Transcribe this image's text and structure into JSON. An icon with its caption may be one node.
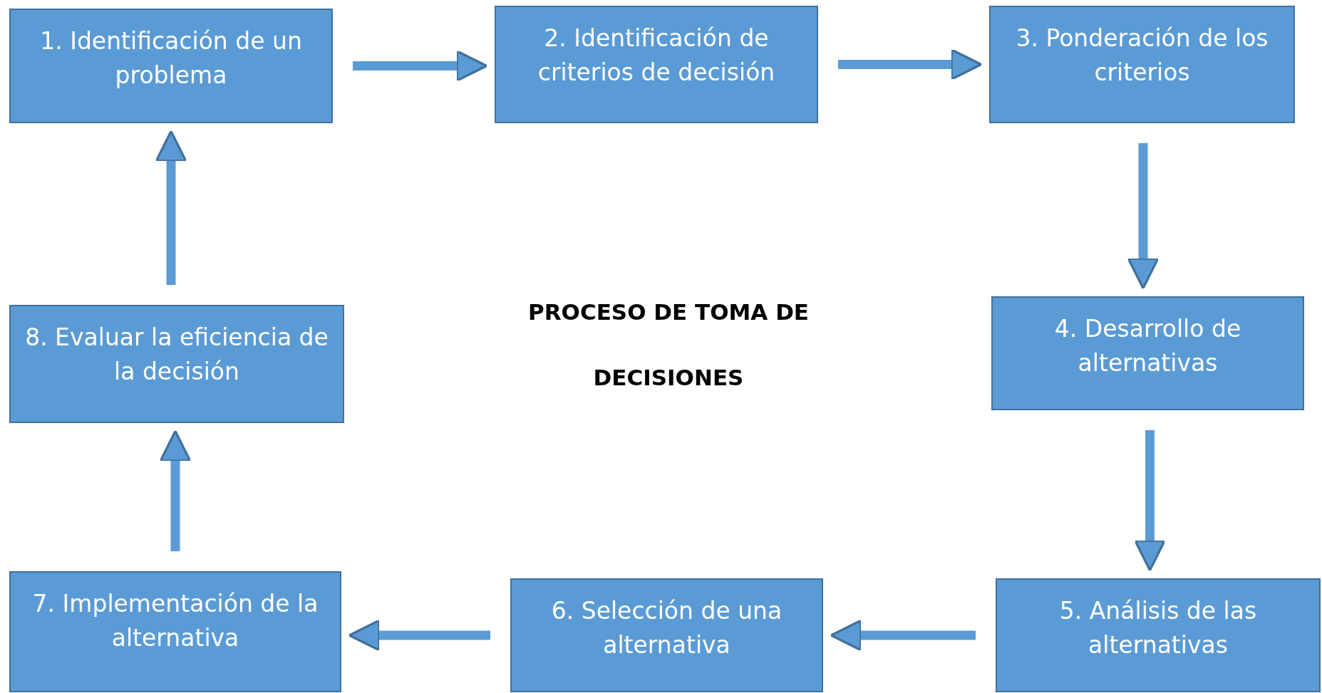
{
  "diagram": {
    "title": "PROCESO DE TOMA DE DECISIONES",
    "nodes": [
      {
        "text": [
          "1. Identificación de un problema"
        ]
      },
      {
        "text": [
          "2. Identificación de criterios de decisión"
        ]
      },
      {
        "text": [
          "3. Ponderación de los criterios"
        ]
      },
      {
        "text": [
          "4. Desarrollo de alternativas"
        ]
      },
      {
        "text": [
          "5. Análisis de las alternativas"
        ]
      },
      {
        "text": [
          "6. Selección de una alternativa"
        ]
      },
      {
        "text": [
          "7. Implementación de la alternativa"
        ]
      },
      {
        "text": [
          "8. Evaluar la eficiencia de la decisión"
        ]
      }
    ],
    "edges": [
      {
        "from": 0,
        "to": 1,
        "arrow": "to"
      },
      {
        "from": 1,
        "to": 2,
        "arrow": "to"
      },
      {
        "from": 2,
        "to": 3,
        "arrow": "to"
      },
      {
        "from": 3,
        "to": 4,
        "arrow": "to"
      },
      {
        "from": 4,
        "to": 5,
        "arrow": "to"
      },
      {
        "from": 5,
        "to": 6,
        "arrow": "to"
      },
      {
        "from": 6,
        "to": 7,
        "arrow": "to"
      },
      {
        "from": 7,
        "to": 0,
        "arrow": "to"
      }
    ]
  }
}
